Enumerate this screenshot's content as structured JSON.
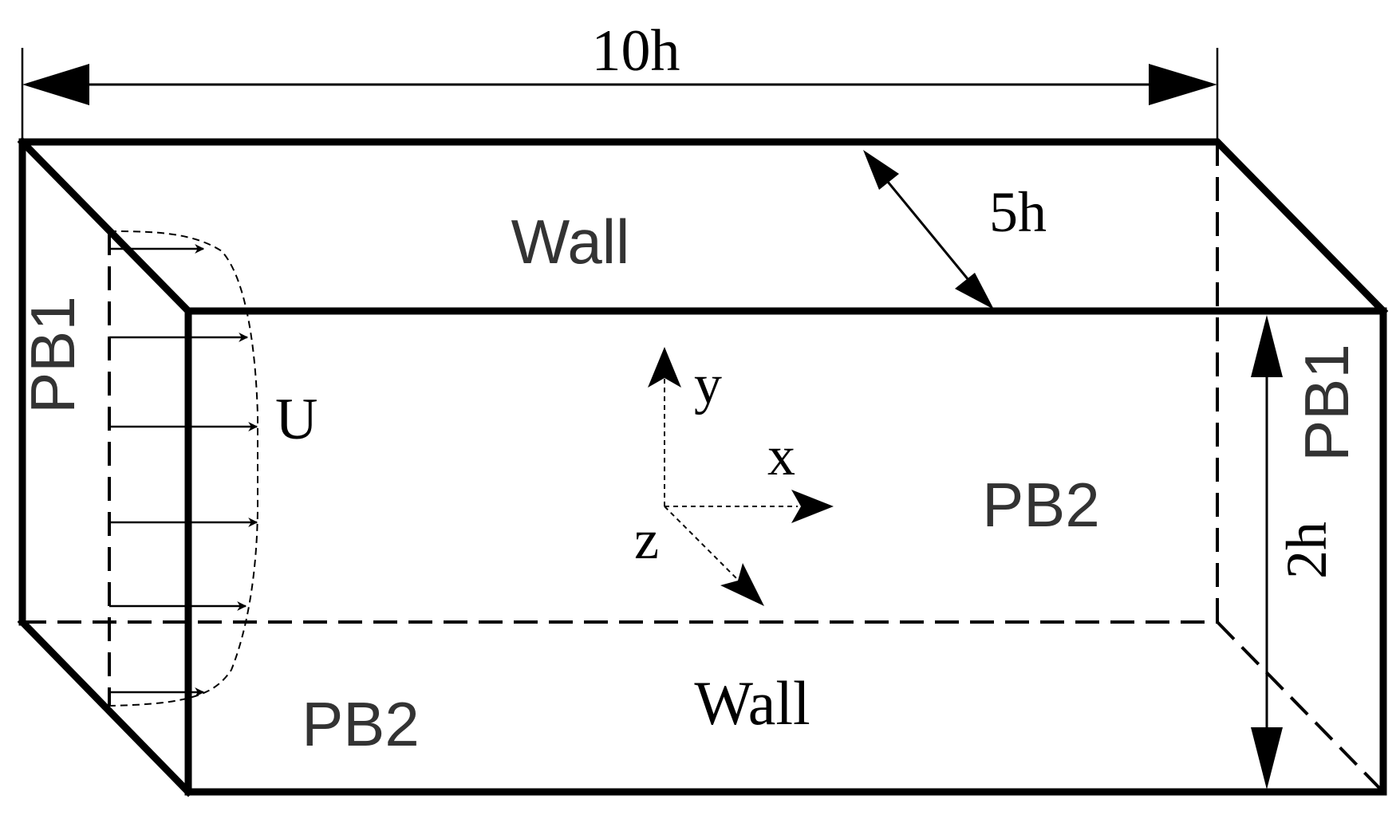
{
  "labels": {
    "length": "10h",
    "depth": "5h",
    "height": "2h",
    "wall_top": "Wall",
    "wall_bottom": "Wall",
    "pb1_left": "PB1",
    "pb1_right": "PB1",
    "pb2_front": "PB2",
    "pb2_bottom": "PB2",
    "velocity": "U",
    "axis_x": "x",
    "axis_y": "y",
    "axis_z": "z"
  },
  "colors": {
    "line": "#000000",
    "sans_text": "#333333",
    "background": "#ffffff"
  }
}
